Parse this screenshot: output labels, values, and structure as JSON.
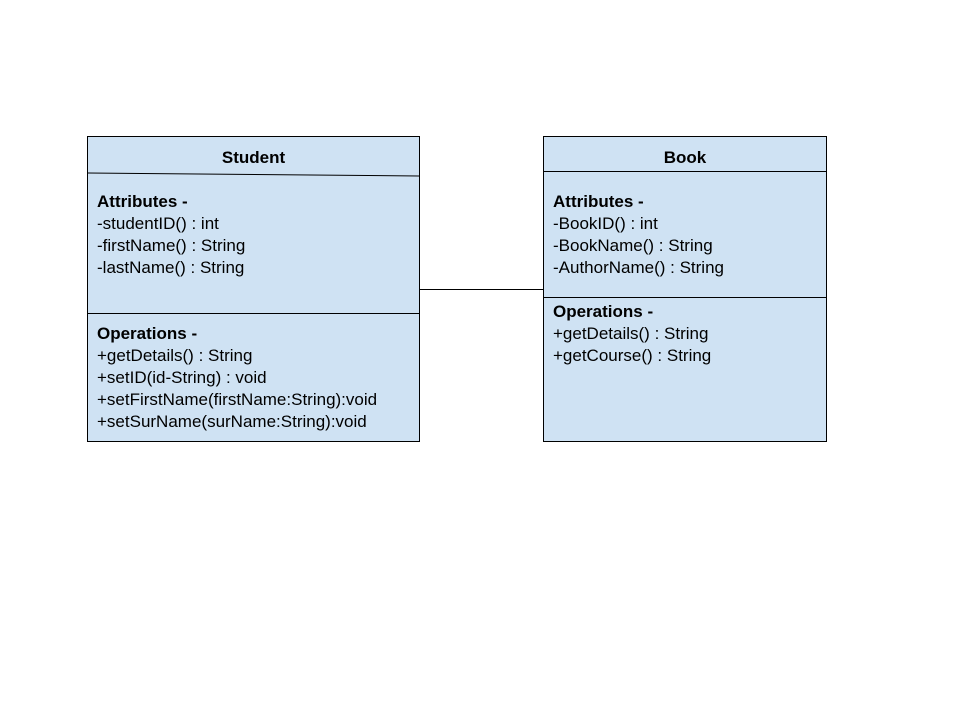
{
  "diagram": {
    "classes": [
      {
        "name": "Student",
        "attributes_title": "Attributes -",
        "attributes": [
          "-studentID() : int",
          "-firstName() : String",
          "-lastName() : String"
        ],
        "operations_title": "Operations -",
        "operations": [
          "+getDetails() : String",
          "+setID(id-String) : void",
          "+setFirstName(firstName:String):void",
          "+setSurName(surName:String):void"
        ]
      },
      {
        "name": "Book",
        "attributes_title": "Attributes -",
        "attributes": [
          "-BookID() : int",
          "-BookName() : String",
          "-AuthorName() : String"
        ],
        "operations_title": "Operations -",
        "operations": [
          "+getDetails() : String",
          "+getCourse() : String"
        ]
      }
    ],
    "colors": {
      "class_fill": "#cfe2f3",
      "stroke": "#000000",
      "background": "#ffffff"
    }
  }
}
